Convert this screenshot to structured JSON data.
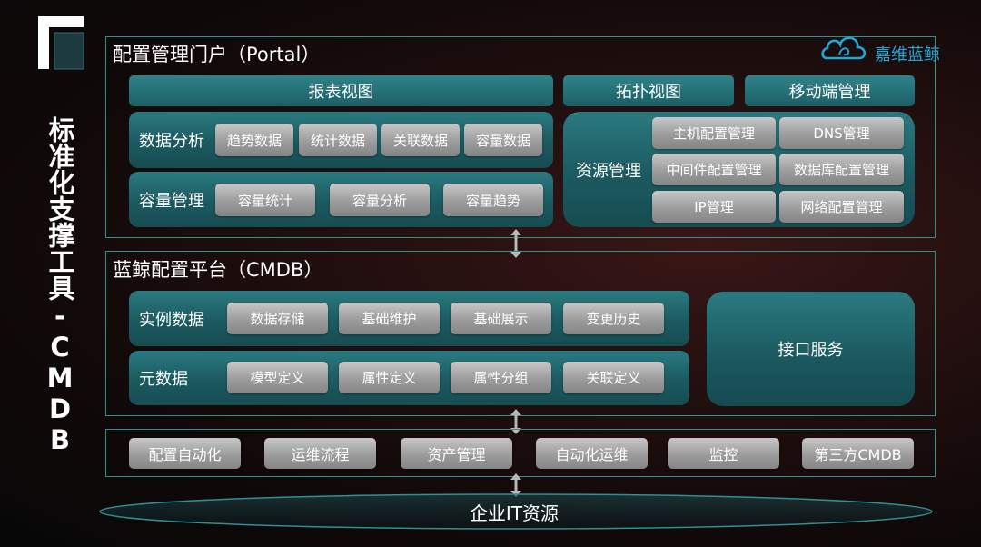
{
  "vertical_title": "标准化支撑工具-CMDB",
  "brand": {
    "name": "嘉维蓝鲸",
    "icon": "cloud-whale-logo-icon",
    "color": "#1ea8d8"
  },
  "colors": {
    "frame": "#2f8f93",
    "panel": "#1f6268",
    "chip": "#a0a0a0"
  },
  "portal": {
    "title": "配置管理门户（Portal）",
    "top_bars": [
      "报表视图",
      "拓扑视图",
      "移动端管理"
    ],
    "rows": [
      {
        "label": "数据分析",
        "items": [
          "趋势数据",
          "统计数据",
          "关联数据",
          "容量数据"
        ]
      },
      {
        "label": "容量管理",
        "items": [
          "容量统计",
          "容量分析",
          "容量趋势"
        ]
      }
    ],
    "resource": {
      "label": "资源管理",
      "items": [
        "主机配置管理",
        "DNS管理",
        "中间件配置管理",
        "数据库配置管理",
        "IP管理",
        "网络配置管理"
      ]
    }
  },
  "cmdb": {
    "title": "蓝鲸配置平台（CMDB）",
    "rows": [
      {
        "label": "实例数据",
        "items": [
          "数据存储",
          "基础维护",
          "基础展示",
          "变更历史"
        ]
      },
      {
        "label": "元数据",
        "items": [
          "模型定义",
          "属性定义",
          "属性分组",
          "关联定义"
        ]
      }
    ],
    "interface": "接口服务"
  },
  "apps": [
    "配置自动化",
    "运维流程",
    "资产管理",
    "自动化运维",
    "监控",
    "第三方CMDB"
  ],
  "base": "企业IT资源"
}
